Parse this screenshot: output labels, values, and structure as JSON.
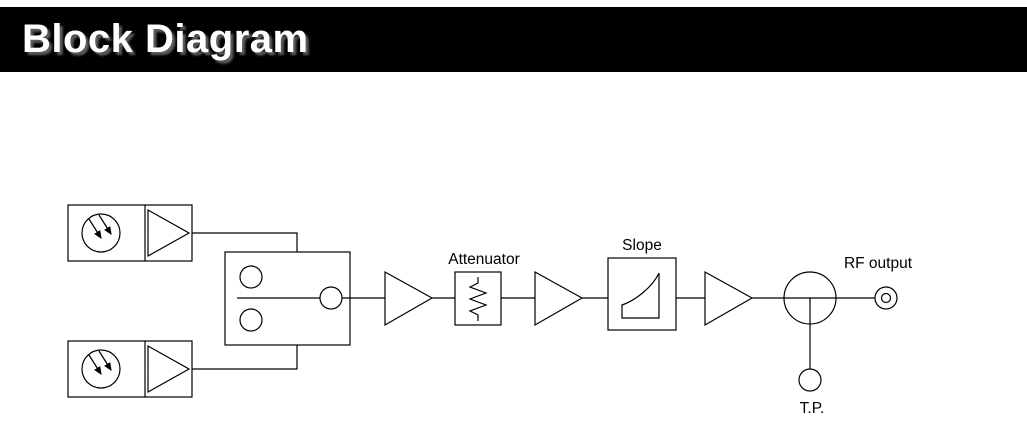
{
  "banner": {
    "title": "Block Diagram",
    "background_color": "#000000",
    "text_color": "#ffffff"
  },
  "labels": {
    "attenuator": "Attenuator",
    "slope": "Slope",
    "rf_output": "RF output",
    "test_point": "T.P."
  },
  "icons": {
    "photodiode": "photodiode-icon",
    "amplifier": "amplifier-triangle-icon",
    "attenuator": "resistor-zigzag-icon",
    "slope_filter": "slope-filter-icon",
    "switch": "selector-switch-icon",
    "coupler": "coupler-circle-icon",
    "rf_connector": "coaxial-connector-icon",
    "test_point": "test-point-circle-icon"
  },
  "colors": {
    "line": "#000000",
    "background": "#ffffff"
  }
}
